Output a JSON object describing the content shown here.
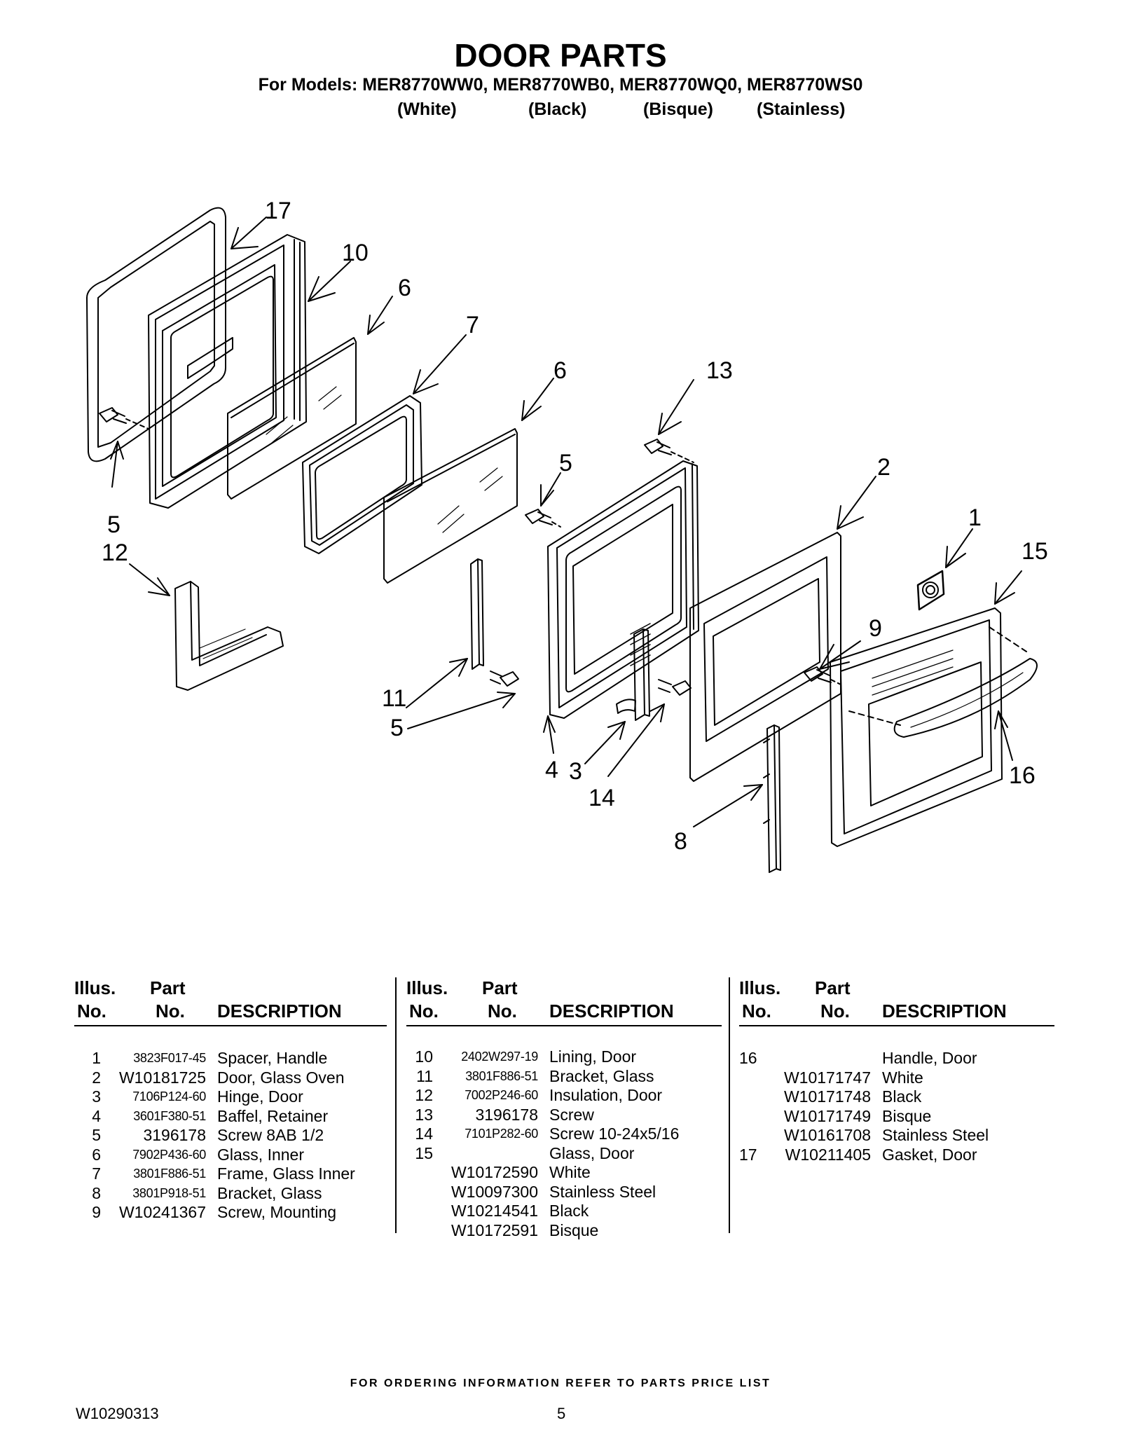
{
  "title": "DOOR PARTS",
  "models_line": "For Models: MER8770WW0, MER8770WB0, MER8770WQ0, MER8770WS0",
  "finishes": [
    "(White)",
    "(Black)",
    "(Bisque)",
    "(Stainless)"
  ],
  "callouts": [
    "17",
    "10",
    "6",
    "7",
    "6",
    "13",
    "5",
    "2",
    "1",
    "15",
    "5",
    "12",
    "9",
    "11",
    "5",
    "4",
    "3",
    "14",
    "16",
    "8"
  ],
  "table_headers": {
    "illus_top": "Illus.",
    "illus_bottom": "No.",
    "part_top": "Part",
    "part_bottom": "No.",
    "description": "DESCRIPTION"
  },
  "parts_col1": [
    {
      "illus": "1",
      "part": "3823F017-45",
      "desc": "Spacer, Handle"
    },
    {
      "illus": "2",
      "part": "W10181725",
      "desc": "Door, Glass Oven"
    },
    {
      "illus": "3",
      "part": "7106P124-60",
      "desc": "Hinge, Door"
    },
    {
      "illus": "4",
      "part": "3601F380-51",
      "desc": "Baffel, Retainer"
    },
    {
      "illus": "5",
      "part": "3196178",
      "desc": "Screw 8AB 1/2"
    },
    {
      "illus": "6",
      "part": "7902P436-60",
      "desc": "Glass, Inner"
    },
    {
      "illus": "7",
      "part": "3801F886-51",
      "desc": "Frame, Glass Inner"
    },
    {
      "illus": "8",
      "part": "3801P918-51",
      "desc": "Bracket, Glass"
    },
    {
      "illus": "9",
      "part": "W10241367",
      "desc": "Screw, Mounting"
    }
  ],
  "parts_col2": [
    {
      "illus": "10",
      "part": "2402W297-19",
      "desc": "Lining, Door"
    },
    {
      "illus": "11",
      "part": "3801F886-51",
      "desc": "Bracket, Glass"
    },
    {
      "illus": "12",
      "part": "7002P246-60",
      "desc": "Insulation, Door"
    },
    {
      "illus": "13",
      "part": "3196178",
      "desc": "Screw"
    },
    {
      "illus": "14",
      "part": "7101P282-60",
      "desc": "Screw 10-24x5/16"
    },
    {
      "illus": "15",
      "part": "",
      "desc": "Glass, Door"
    },
    {
      "illus": "",
      "part": "W10172590",
      "desc": "White"
    },
    {
      "illus": "",
      "part": "W10097300",
      "desc": "Stainless Steel"
    },
    {
      "illus": "",
      "part": "W10214541",
      "desc": "Black"
    },
    {
      "illus": "",
      "part": "W10172591",
      "desc": "Bisque"
    }
  ],
  "parts_col3": [
    {
      "illus": "16",
      "part": "",
      "desc": "Handle, Door"
    },
    {
      "illus": "",
      "part": "W10171747",
      "desc": "White"
    },
    {
      "illus": "",
      "part": "W10171748",
      "desc": "Black"
    },
    {
      "illus": "",
      "part": "W10171749",
      "desc": "Bisque"
    },
    {
      "illus": "",
      "part": "W10161708",
      "desc": "Stainless Steel"
    },
    {
      "illus": "17",
      "part": "W10211405",
      "desc": "Gasket, Door"
    }
  ],
  "footer_note": "FOR ORDERING INFORMATION REFER TO PARTS PRICE LIST",
  "doc_number": "W10290313",
  "page_number": "5"
}
